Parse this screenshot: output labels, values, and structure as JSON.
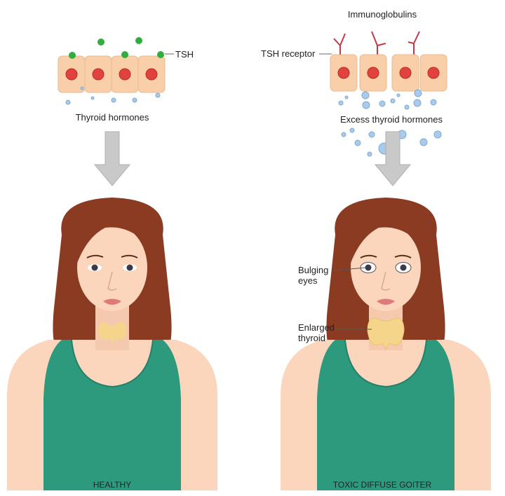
{
  "healthy": {
    "tsh_label": "TSH",
    "hormones_label": "Thyroid hormones",
    "caption": "HEALTHY"
  },
  "goiter": {
    "immunoglobulins_label": "Immunoglobulins",
    "receptor_label": "TSH receptor",
    "hormones_label": "Excess thyroid hormones",
    "eyes_label_1": "Bulging",
    "eyes_label_2": "eyes",
    "thyroid_label_1": "Enlarged",
    "thyroid_label_2": "thyroid",
    "caption": "TOXIC DIFFUSE GOITER"
  },
  "colors": {
    "hair": "#8a3b22",
    "skin": "#fbd6bd",
    "top": "#2e9a7d",
    "cell": "#f8cfa8",
    "nucleus": "#e2413d",
    "hormone": "#a9cbeb",
    "tsh": "#2fae3e",
    "antibody": "#c23a4a",
    "thyroid": "#f5d58a",
    "arrow": "#c9c9c9"
  }
}
